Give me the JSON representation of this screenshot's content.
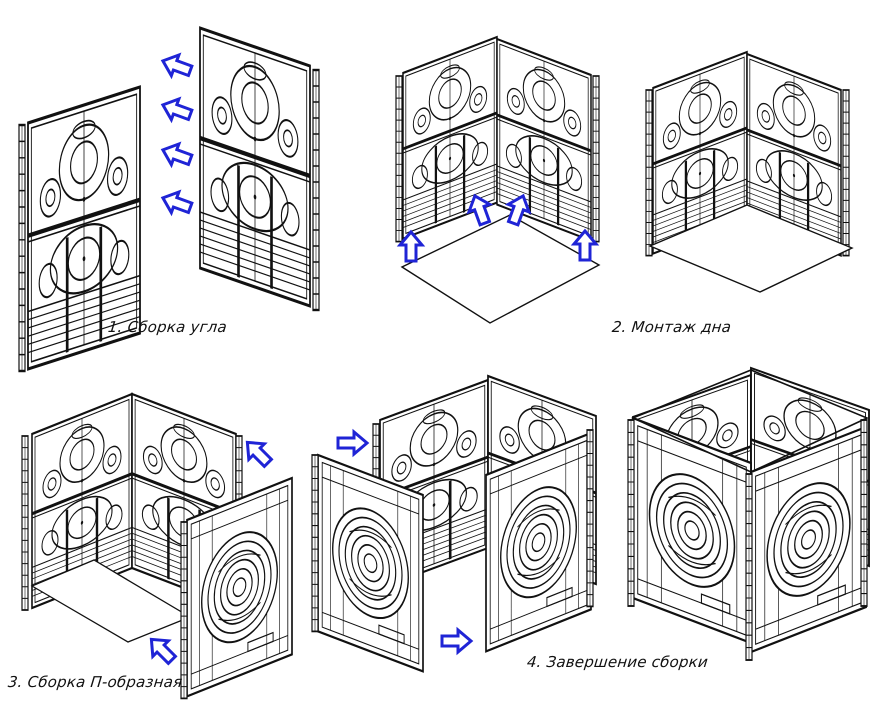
{
  "steps": [
    {
      "number": 1,
      "caption": "1. Сборка угла"
    },
    {
      "number": 2,
      "caption": "2. Монтаж дна"
    },
    {
      "number": 3,
      "caption": "3. Сборка П-образная"
    },
    {
      "number": 4,
      "caption": "4. Завершение сборки"
    }
  ],
  "colors": {
    "line": "#111111",
    "arrow_stroke": "#1f24d6",
    "arrow_fill": "#ffffff",
    "background": "#ffffff"
  },
  "icons": {
    "arrow": "hollow-block-arrow"
  }
}
